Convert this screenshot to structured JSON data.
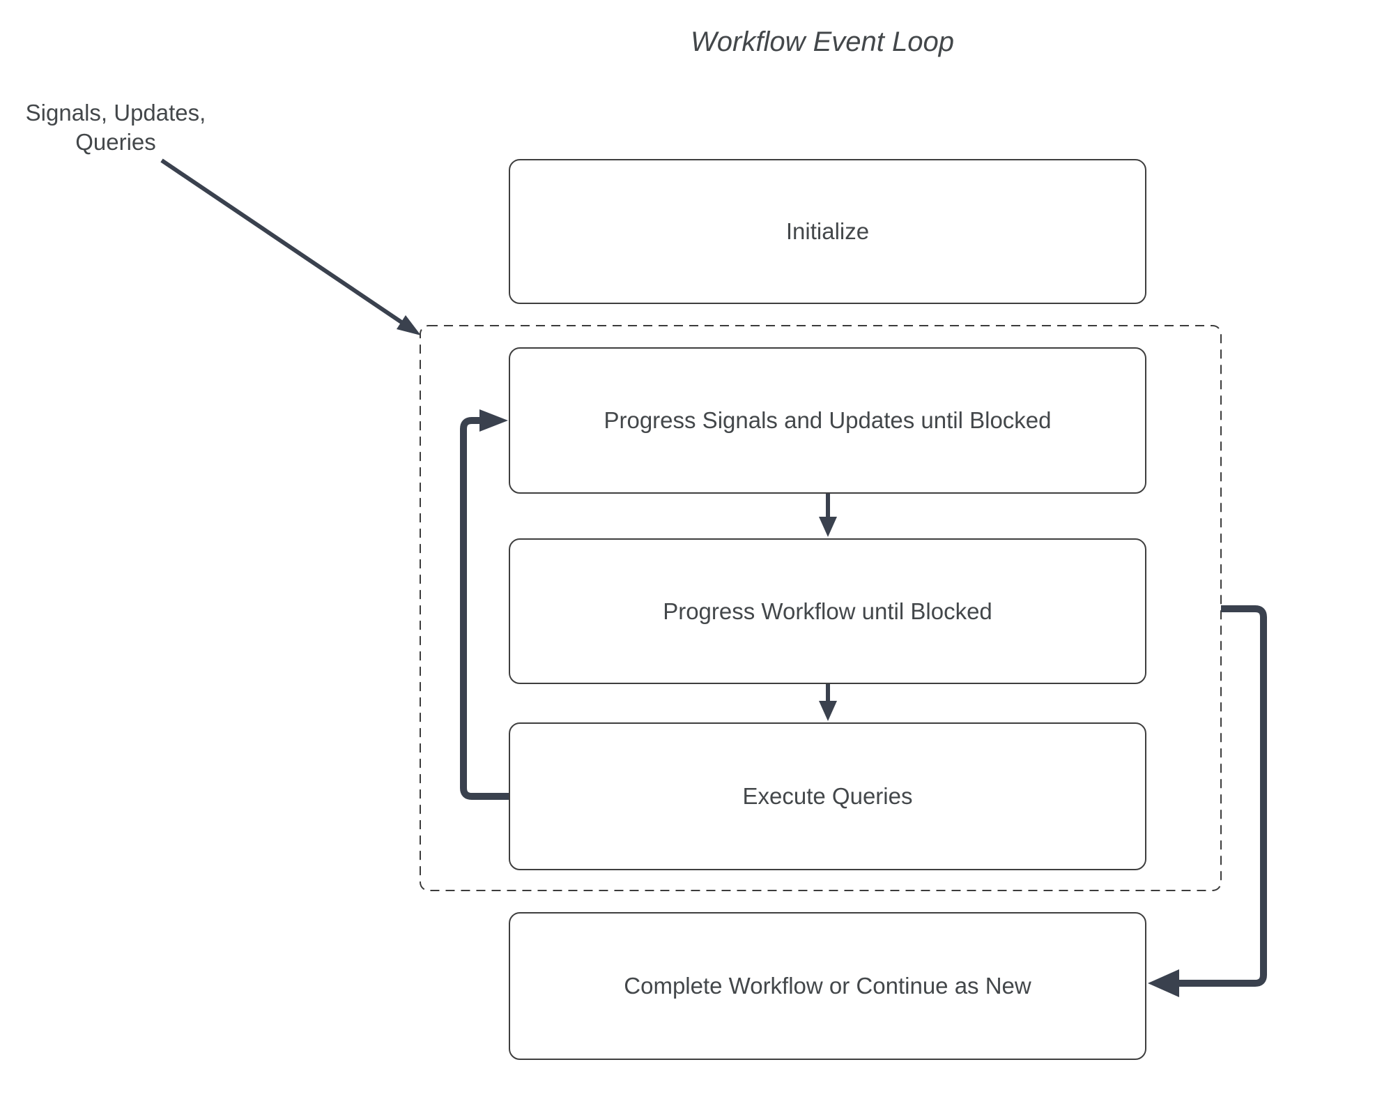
{
  "diagram": {
    "title": "Workflow Event Loop",
    "external_label": "Signals, Updates,\nQueries",
    "nodes": {
      "initialize": {
        "label": "Initialize"
      },
      "progress_signals": {
        "label": "Progress Signals and Updates until Blocked"
      },
      "progress_workflow": {
        "label": "Progress Workflow until Blocked"
      },
      "execute_queries": {
        "label": "Execute Queries"
      },
      "complete": {
        "label": "Complete Workflow or Continue as New"
      }
    },
    "colors": {
      "arrow": "#3a414e",
      "node_border": "#3e3e3e",
      "region_border": "#3b3b3b",
      "text": "#43474a",
      "background": "#ffffff"
    }
  }
}
